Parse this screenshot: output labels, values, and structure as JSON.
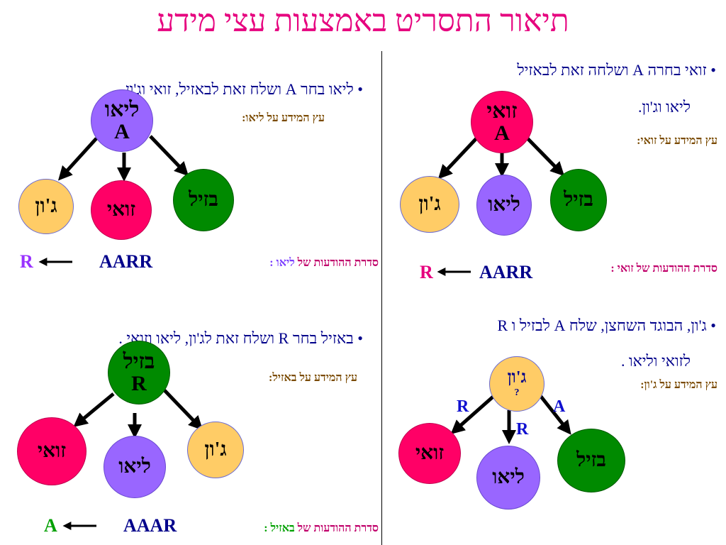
{
  "title": "תיאור התסריט באמצעות עצי מידע",
  "colors": {
    "title": "#e6007e",
    "text": "#00008b",
    "zoey": "#ff0066",
    "leo": "#9966ff",
    "basil": "#008a00",
    "jun": "#ffcc66",
    "green": "#00a000"
  },
  "panels": {
    "zoey": {
      "bullet_line1": "זואי בחרה A ושלחה זאת לבאזיל",
      "bullet_line2": "ליאו וג'ון.",
      "tree_label": "עץ המידע על זואי:",
      "root_name": "זואי",
      "root_value": "A",
      "children": [
        "ג'ון",
        "ליאו",
        "בזיל"
      ],
      "sequence_label": "סדרת ההודעות של זואי :",
      "sequence": "AARR",
      "result": "R"
    },
    "leo": {
      "bullet_line1": "ליאו בחר A ושלח זאת לבאזיל, זואי וג'ון .",
      "tree_label": "עץ המידע על ליאו:",
      "root_name": "ליאו",
      "root_value": "A",
      "children": [
        "ג'ון",
        "זואי",
        "בזיל"
      ],
      "sequence_label_prefix": "סדרת ההודעות של",
      "sequence_label_name": "ליאו :",
      "sequence": "AARR",
      "result": "R"
    },
    "jun": {
      "bullet_line1": "ג'ון, הבוגד השחצן, שלח A לבזיל ו R",
      "bullet_line2": "לזואי וליאו .",
      "tree_label": "עץ המידע על ג'ון:",
      "root_name": "ג'ון",
      "root_value": "?",
      "children": [
        "זואי",
        "ליאו",
        "בזיל"
      ],
      "edge_labels": [
        "R",
        "R",
        "A"
      ]
    },
    "basil": {
      "bullet_line1": "באזיל בחר R ושלח זאת לג'ון, ליאו וזואי .",
      "tree_label": "עץ המידע על באזיל:",
      "root_name": "בזיל",
      "root_value": "R",
      "children": [
        "זואי",
        "ליאו",
        "ג'ון"
      ],
      "sequence_label_prefix": "סדרת ההודעות של",
      "sequence_label_name": "באזיל :",
      "sequence": "AAAR",
      "result": "A"
    }
  }
}
